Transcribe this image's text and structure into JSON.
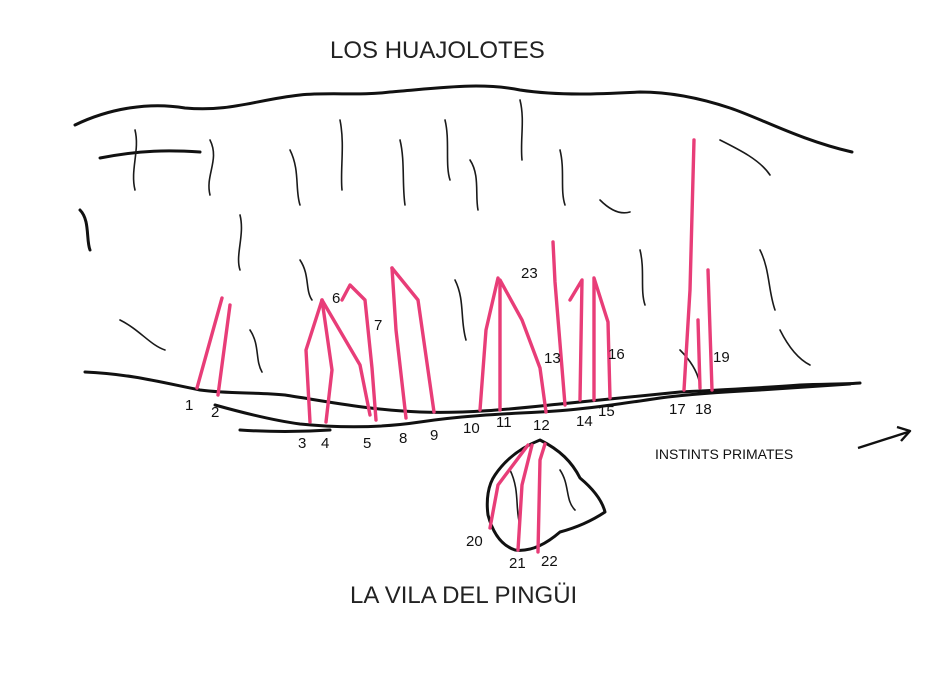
{
  "title_top": "LOS HUAJOLOTES",
  "title_bottom": "LA VILA DEL PINGÜI",
  "sector_label": "INSTINTS PRIMATES",
  "route_color": "#e83d78",
  "route_numbers": [
    "1",
    "2",
    "3",
    "4",
    "5",
    "6",
    "7",
    "8",
    "9",
    "10",
    "11",
    "12",
    "13",
    "14",
    "15",
    "16",
    "17",
    "18",
    "19",
    "20",
    "21",
    "22",
    "23"
  ]
}
